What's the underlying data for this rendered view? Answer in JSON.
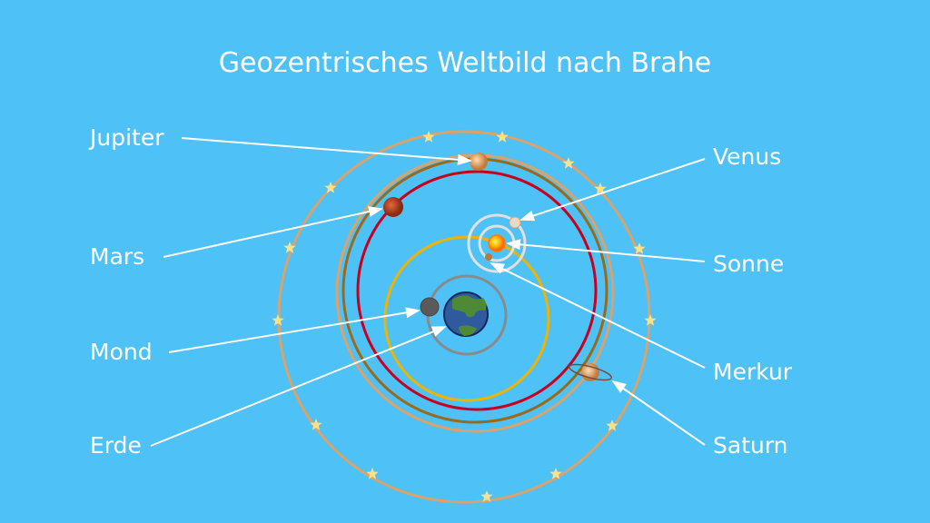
{
  "title": "Geozentrisches Weltbild nach Brahe",
  "labels": {
    "jupiter": "Jupiter",
    "mars": "Mars",
    "mond": "Mond",
    "erde": "Erde",
    "venus": "Venus",
    "sonne": "Sonne",
    "merkur": "Merkur",
    "saturn": "Saturn"
  },
  "colors": {
    "background": "#4ec1f6",
    "star_sphere": "#d9a36b",
    "saturn_orbit": "#d9a36b",
    "jupiter_orbit": "#9a6a1a",
    "mars_orbit": "#c8001e",
    "sun_orbit": "#f0b400",
    "moon_orbit": "#8a8a8a",
    "inner_orbits": "#e0e0e0"
  }
}
